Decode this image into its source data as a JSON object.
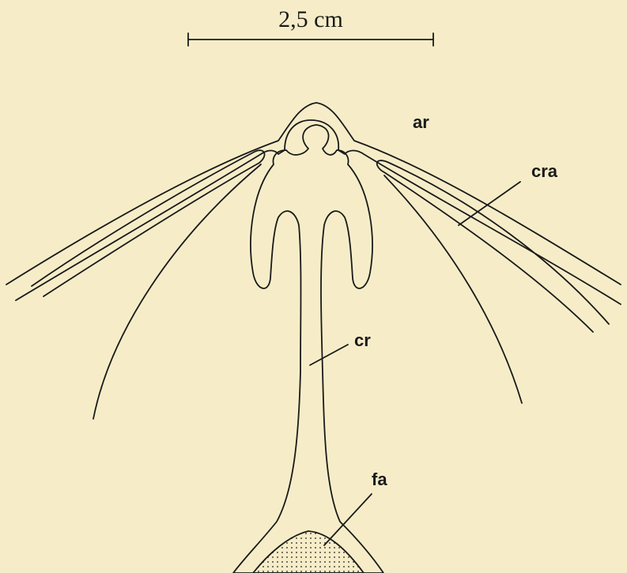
{
  "scale_bar": {
    "label": "2,5 cm"
  },
  "labels": {
    "ar": "ar",
    "cra": "cra",
    "cr": "cr",
    "fa": "fa"
  },
  "colors": {
    "background": "#f6edc8",
    "ink": "#1a1a1a"
  }
}
